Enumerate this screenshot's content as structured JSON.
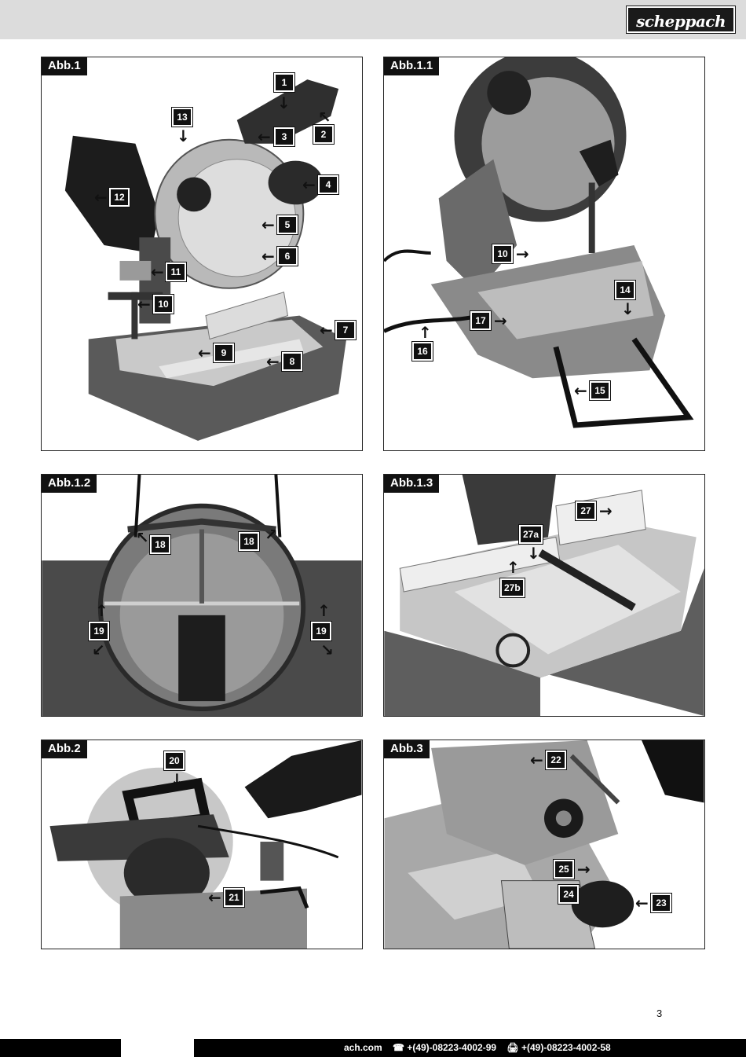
{
  "header": {
    "brand": "scheppach"
  },
  "figures": [
    {
      "label": "Abb.1",
      "callouts": [
        "1",
        "2",
        "3",
        "4",
        "5",
        "6",
        "7",
        "8",
        "9",
        "10",
        "11",
        "12",
        "13"
      ]
    },
    {
      "label": "Abb.1.1",
      "callouts": [
        "10",
        "14",
        "15",
        "16",
        "17"
      ]
    },
    {
      "label": "Abb.1.2",
      "callouts": [
        "18",
        "18",
        "19",
        "19"
      ]
    },
    {
      "label": "Abb.1.3",
      "callouts": [
        "27",
        "27a",
        "27b"
      ]
    },
    {
      "label": "Abb.2",
      "callouts": [
        "20",
        "21"
      ]
    },
    {
      "label": "Abb.3",
      "callouts": [
        "22",
        "23",
        "24",
        "25"
      ]
    }
  ],
  "page_number": "3",
  "footer": {
    "website": "ach.com",
    "phone": "☎ +(49)-08223-4002-99",
    "fax": "🖨 +(49)-08223-4002-58"
  }
}
